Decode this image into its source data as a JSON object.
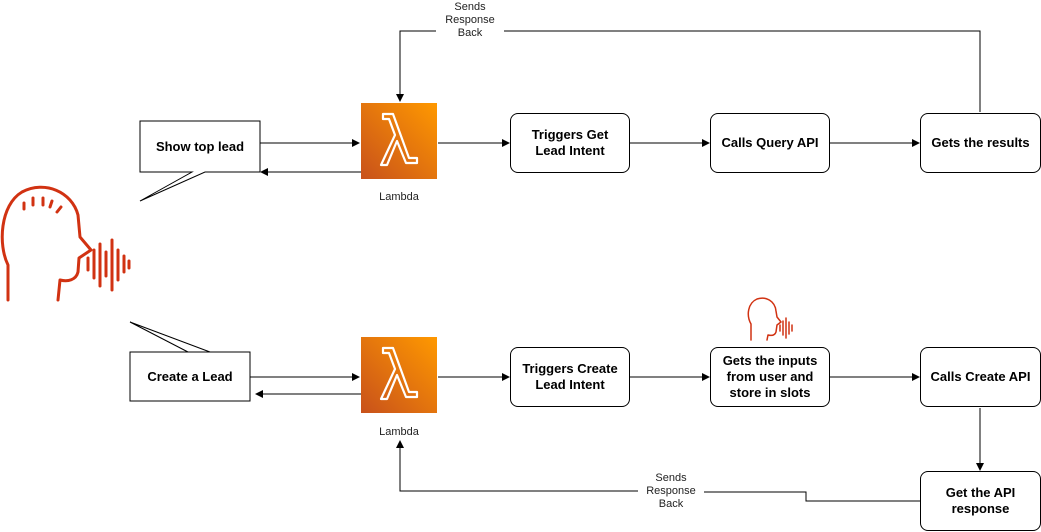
{
  "speech_bubbles": {
    "top": "Show top lead",
    "bottom": "Create a Lead"
  },
  "lambda_captions": {
    "top": "Lambda",
    "bottom": "Lambda"
  },
  "top_flow": {
    "step1": "Triggers Get Lead Intent",
    "step2": "Calls Query API",
    "step3": "Gets the results",
    "return_label": "Sends Response Back"
  },
  "bottom_flow": {
    "step1": "Triggers Create Lead Intent",
    "step2": "Gets the inputs from user and store in slots",
    "step3": "Calls Create API",
    "step4": "Get the API response",
    "return_label": "Sends Response Back"
  },
  "icons": {
    "person": "speaking-person-icon",
    "small_person": "speaking-person-icon-small",
    "lambda": "aws-lambda-icon"
  },
  "colors": {
    "lambda_start": "#c8511b",
    "lambda_end": "#ff9900",
    "person": "#d13212",
    "lines": "#000000"
  }
}
